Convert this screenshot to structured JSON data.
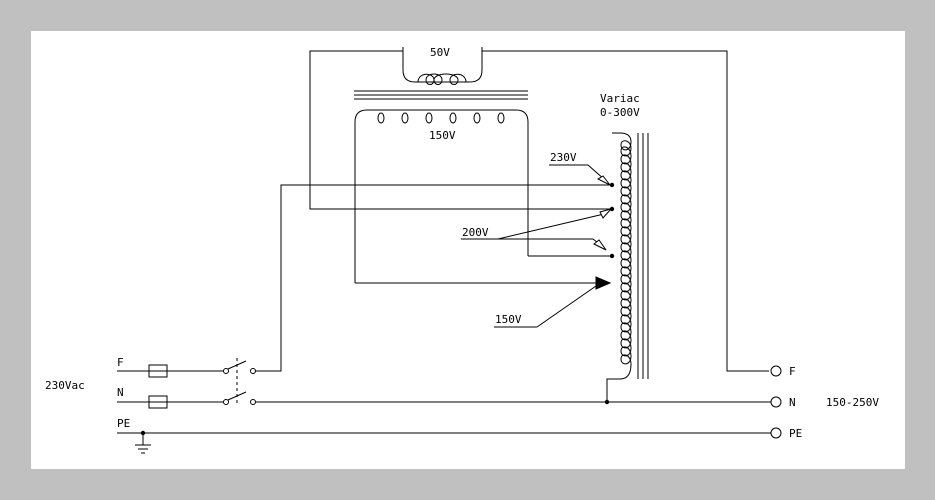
{
  "labels": {
    "secondary_50v": "50V",
    "primary_150v": "150V",
    "variac_title": "Variac",
    "variac_range": "0-300V",
    "tap_230v": "230V",
    "tap_200v": "200V",
    "tap_150v": "150V",
    "input_voltage": "230Vac",
    "input_f": "F",
    "input_n": "N",
    "input_pe": "PE",
    "output_f": "F",
    "output_n": "N",
    "output_pe": "PE",
    "output_range": "150-250V"
  },
  "colors": {
    "background": "#c0c0c0",
    "panel": "#ffffff",
    "ink": "#000000"
  }
}
